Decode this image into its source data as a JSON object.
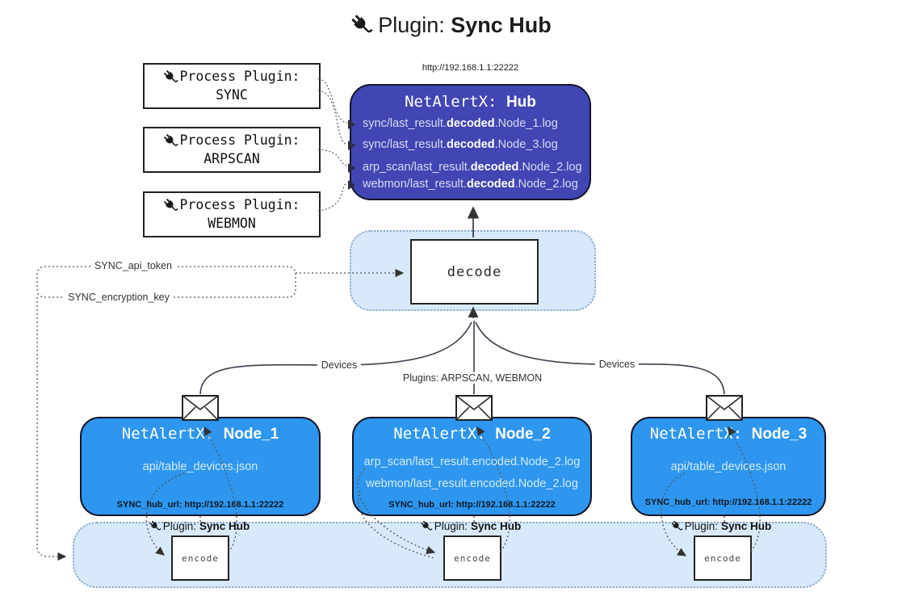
{
  "title": {
    "label": "Plugin:",
    "name": "Sync Hub"
  },
  "process_plugins": [
    {
      "title": "Process Plugin:",
      "name": "SYNC"
    },
    {
      "title": "Process Plugin:",
      "name": "ARPSCAN"
    },
    {
      "title": "Process Plugin:",
      "name": "WEBMON"
    }
  ],
  "hub": {
    "url": "http://192.168.1.1:22222",
    "app": "NetAlertX: ",
    "name": "Hub",
    "logs": [
      {
        "pre": "sync/last_result.",
        "mid": "decoded",
        "post": ".Node_1.log"
      },
      {
        "pre": "sync/last_result.",
        "mid": "decoded",
        "post": ".Node_3.log"
      },
      {
        "pre": "arp_scan/last_result.",
        "mid": "decoded",
        "post": ".Node_2.log"
      },
      {
        "pre": "webmon/last_result.",
        "mid": "decoded",
        "post": ".Node_2.log"
      }
    ]
  },
  "decode": {
    "label": "decode"
  },
  "config": {
    "api_token": "SYNC_api_token",
    "encryption_key": "SYNC_encryption_key"
  },
  "edge_labels": {
    "devices_left": "Devices",
    "plugins": "Plugins: ARPSCAN, WEBMON",
    "devices_right": "Devices"
  },
  "nodes": [
    {
      "app": "NetAlertX: ",
      "name": "Node_1",
      "files": [
        "api/table_devices.json"
      ],
      "hub_url": "SYNC_hub_url: http://192.168.1.1:22222"
    },
    {
      "app": "NetAlertX: ",
      "name": "Node_2",
      "files": [
        "arp_scan/last_result.encoded.Node_2.log",
        "webmon/last_result.encoded.Node_2.log"
      ],
      "hub_url": "SYNC_hub_url: http://192.168.1.1:22222"
    },
    {
      "app": "NetAlertX: ",
      "name": "Node_3",
      "files": [
        "api/table_devices.json"
      ],
      "hub_url": "SYNC_hub_url: http://192.168.1.1:22222"
    }
  ],
  "encoders": {
    "label": "Plugin:",
    "name": "Sync Hub",
    "box": "encode"
  },
  "colors": {
    "hub": "#4146b3",
    "node": "#2e96ee",
    "band": "#d8e9fb",
    "band_border": "#8aa7c6"
  }
}
